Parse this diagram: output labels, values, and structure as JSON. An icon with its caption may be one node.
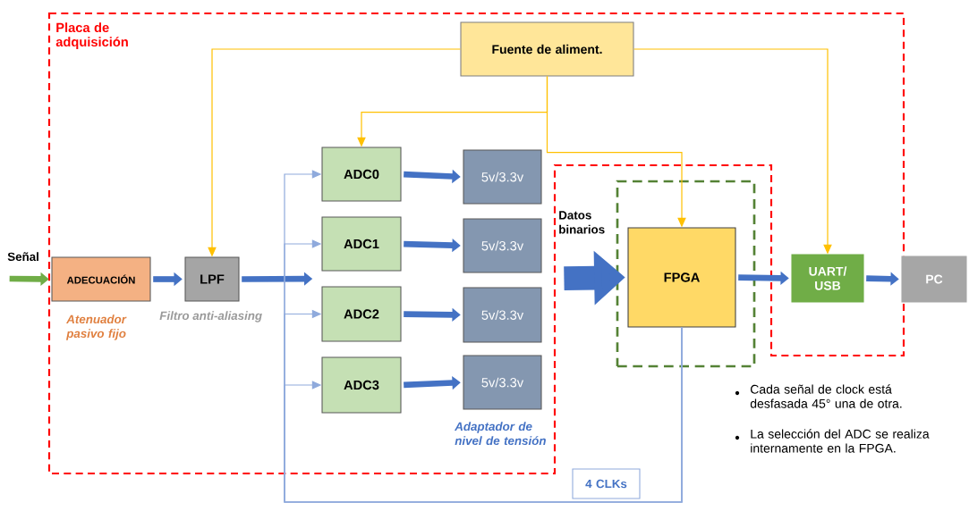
{
  "diagram": {
    "nodes": [
      {
        "text": [
          "Placa de adquisición"
        ]
      },
      {
        "text": [
          "Fuente de aliment."
        ],
        "in": 0
      },
      {
        "text": [
          "ADECUACIÓN"
        ],
        "in": 0,
        "beside": [
          "Atenuador pasivo fijo"
        ]
      },
      {
        "text": [
          "LPF"
        ],
        "in": 0,
        "beside": [
          "Filtro anti-aliasing"
        ]
      },
      {
        "text": [
          "ADC0"
        ],
        "in": 0
      },
      {
        "text": [
          "ADC1"
        ],
        "in": 0
      },
      {
        "text": [
          "ADC2"
        ],
        "in": 0
      },
      {
        "text": [
          "ADC3"
        ],
        "in": 0
      },
      {
        "text": [
          "5v/3.3v"
        ],
        "in": 0
      },
      {
        "text": [
          "5v/3.3v"
        ],
        "in": 0
      },
      {
        "text": [
          "5v/3.3v"
        ],
        "in": 0
      },
      {
        "text": [
          "5v/3.3v"
        ],
        "in": 0,
        "beside": [
          "Adaptador de nivel de tensión"
        ]
      },
      {
        "text": [],
        "shape": "box"
      },
      {
        "text": [
          "FPGA"
        ],
        "in": 12
      },
      {
        "text": [
          "UART/ USB"
        ],
        "in": 0
      },
      {
        "text": [
          "PC"
        ]
      },
      {
        "text": [
          "4 CLKs"
        ]
      }
    ],
    "edges": [
      {
        "from": null,
        "to": 2,
        "arrow": "to",
        "label": "Señal",
        "color": "#70ad47"
      },
      {
        "from": 2,
        "to": 3,
        "arrow": "to"
      },
      {
        "from": 3,
        "to": null,
        "arrow": "to"
      },
      {
        "from": 4,
        "to": 8,
        "arrow": "to"
      },
      {
        "from": 5,
        "to": 9,
        "arrow": "to"
      },
      {
        "from": 6,
        "to": 10,
        "arrow": "to"
      },
      {
        "from": 7,
        "to": 11,
        "arrow": "to"
      },
      {
        "from": 0,
        "to": 13,
        "arrow": "to",
        "label": "Datos binarios",
        "style": "thick"
      },
      {
        "from": 13,
        "to": 14,
        "arrow": "to"
      },
      {
        "from": 14,
        "to": 15,
        "arrow": "to"
      },
      {
        "from": 1,
        "to": 3,
        "arrow": "to",
        "color": "#ffc000"
      },
      {
        "from": 1,
        "to": 4,
        "arrow": "to",
        "color": "#ffc000"
      },
      {
        "from": 1,
        "to": 13,
        "arrow": "to",
        "color": "#ffc000"
      },
      {
        "from": 1,
        "to": 14,
        "arrow": "to",
        "color": "#ffc000"
      },
      {
        "from": 13,
        "to": 4,
        "arrow": "to",
        "color": "#8faadc"
      },
      {
        "from": 13,
        "to": 5,
        "arrow": "to",
        "color": "#8faadc"
      },
      {
        "from": 13,
        "to": 6,
        "arrow": "to",
        "color": "#8faadc"
      },
      {
        "from": 13,
        "to": 7,
        "arrow": "to",
        "color": "#8faadc"
      }
    ],
    "labels": [
      "Cada señal de clock está desfasada 45° una de otra.",
      "La selección del ADC se realiza internamente en la FPGA."
    ]
  }
}
